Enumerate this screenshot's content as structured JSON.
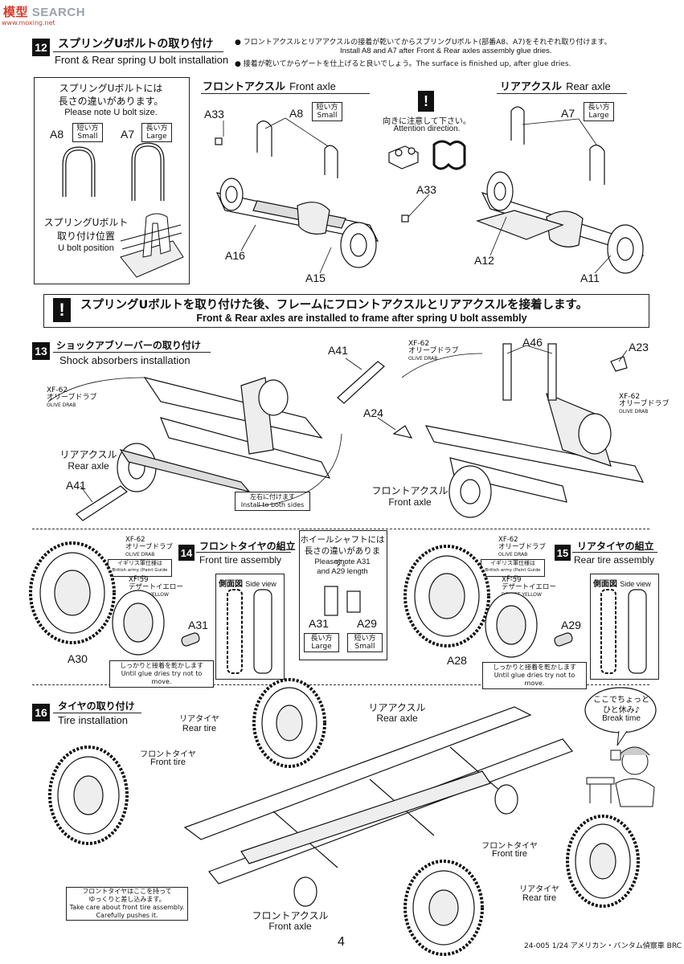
{
  "watermark": {
    "brand_a": "模型",
    "brand_b": "SEARCH",
    "url": "www.moxing.net"
  },
  "step12": {
    "number": "12",
    "title_jp": "スプリングUボルトの取り付け",
    "title_en": "Front & Rear spring U bolt installation",
    "note1_jp": "● フロントアクスルとリアアクスルの接着が乾いてからスプリングUボルト(部番A8、A7)をそれぞれ取り付けます。",
    "note1_en": "Install A8 and A7 after Front & Rear axles assembly glue dries.",
    "note2": "● 接着が乾いてからゲートを仕上げると良いでしょう。The surface is finished up, after glue dries.",
    "ubolt_box": {
      "line1_jp": "スプリングUボルトには",
      "line2_jp": "長さの違いがあります。",
      "line_en": "Please note  U bolt size.",
      "a8": "A8",
      "a8_jp": "短い方",
      "a8_en": "Small",
      "a7": "A7",
      "a7_jp": "長い方",
      "a7_en": "Large",
      "pos_jp1": "スプリングUボルト",
      "pos_jp2": "取り付け位置",
      "pos_en": "U bolt position"
    },
    "front_axle_jp": "フロントアクスル",
    "front_axle_en": "Front axle",
    "rear_axle_jp": "リアアクスル",
    "rear_axle_en": "Rear axle",
    "attention_jp": "向きに注意して下さい。",
    "attention_en": "Attention direction.",
    "labels": {
      "a33a": "A33",
      "a8": "A8",
      "a8_jp": "短い方",
      "a8_en": "Small",
      "a33b": "A33",
      "a16": "A16",
      "a15": "A15",
      "a7": "A7",
      "a7_jp": "長い方",
      "a7_en": "Large",
      "a12": "A12",
      "a11": "A11"
    }
  },
  "banner": {
    "jp": "スプリングUボルトを取り付けた後、フレームにフロントアクスルとリアアクスルを接着します。",
    "en": "Front & Rear axles are installed to frame after spring U bolt assembly"
  },
  "step13": {
    "number": "13",
    "title_jp": "ショックアブソーバーの取り付け",
    "title_en": "Shock absorbers installation",
    "a41_top": "A41",
    "paint_left": {
      "code": "XF-62",
      "jp": "オリーブドラブ",
      "en": "OLIVE DRAB"
    },
    "rear_axle_jp": "リアアクスル",
    "rear_axle_en": "Rear axle",
    "a41_bottom": "A41",
    "both_sides_jp": "左右に付けます",
    "both_sides_en": "Install to both sides",
    "paint_mid": {
      "code": "XF-62",
      "jp": "オリーブドラブ",
      "en": "OLIVE DRAB"
    },
    "a46": "A46",
    "a23": "A23",
    "paint_right": {
      "code": "XF-62",
      "jp": "オリーブドラブ",
      "en": "OLIVE DRAB"
    },
    "a24": "A24",
    "front_axle_jp": "フロントアクスル",
    "front_axle_en": "Front axle"
  },
  "step14": {
    "number": "14",
    "title_jp": "フロントタイヤの組立",
    "title_en": "Front tire assembly",
    "paint1": {
      "code": "XF-62",
      "jp": "オリーブドラブ",
      "en": "OLIVE DRAB"
    },
    "paint_note_jp": "イギリス軍仕様は",
    "paint_note_en": "British army (Paint Guide Ex.3)",
    "paint2": {
      "code": "XF-59",
      "jp": "デザートイエロー",
      "en": "DESERT YELLOW"
    },
    "a31": "A31",
    "a30": "A30",
    "side_view_jp": "側面図",
    "side_view_en": "Side view",
    "glue_jp": "しっかりと接着を乾かします",
    "glue_en": "Until glue dries try not to move."
  },
  "wheelshaft": {
    "line1_jp": "ホイールシャフトには",
    "line2_jp": "長さの違いがあります。",
    "line_en1": "Please note A31",
    "line_en2": "and A29 length",
    "a31": "A31",
    "a31_jp": "長い方",
    "a31_en": "Large",
    "a29": "A29",
    "a29_jp": "短い方",
    "a29_en": "Small"
  },
  "step15": {
    "number": "15",
    "title_jp": "リアタイヤの組立",
    "title_en": "Rear tire assembly",
    "paint1": {
      "code": "XF-62",
      "jp": "オリーブドラブ",
      "en": "OLIVE DRAB"
    },
    "paint_note_jp": "イギリス軍仕様は",
    "paint_note_en": "British army (Paint Guide Ex.3)",
    "paint2": {
      "code": "XF-59",
      "jp": "デザートイエロー",
      "en": "DESERT YELLOW"
    },
    "a29": "A29",
    "a28": "A28",
    "side_view_jp": "側面図",
    "side_view_en": "Side view",
    "glue_jp": "しっかりと接着を乾かします",
    "glue_en": "Until glue dries try not to move."
  },
  "step16": {
    "number": "16",
    "title_jp": "タイヤの取り付け",
    "title_en": "Tire installation",
    "rear_tire_jp": "リアタイヤ",
    "rear_tire_en": "Rear tire",
    "rear_axle_jp": "リアアクスル",
    "rear_axle_en": "Rear axle",
    "front_tire_jp": "フロントタイヤ",
    "front_tire_en": "Front tire",
    "break_jp1": "ここでちょっと",
    "break_jp2": "ひと休み♪",
    "break_en": "Break time",
    "front_tire2_jp": "フロントタイヤ",
    "front_tire2_en": "Front tire",
    "rear_tire2_jp": "リアタイヤ",
    "rear_tire2_en": "Rear tire",
    "caution_jp1": "フロントタイヤはここを持って",
    "caution_jp2": "ゆっくりと差し込みます。",
    "caution_en1": "Take care about front tire assembly.",
    "caution_en2": "Carefully pushes it.",
    "front_axle_jp": "フロントアクスル",
    "front_axle_en": "Front axle"
  },
  "footer": {
    "page": "4",
    "code": "24-005 1/24 アメリカン・バンタム偵察車 BRC"
  }
}
